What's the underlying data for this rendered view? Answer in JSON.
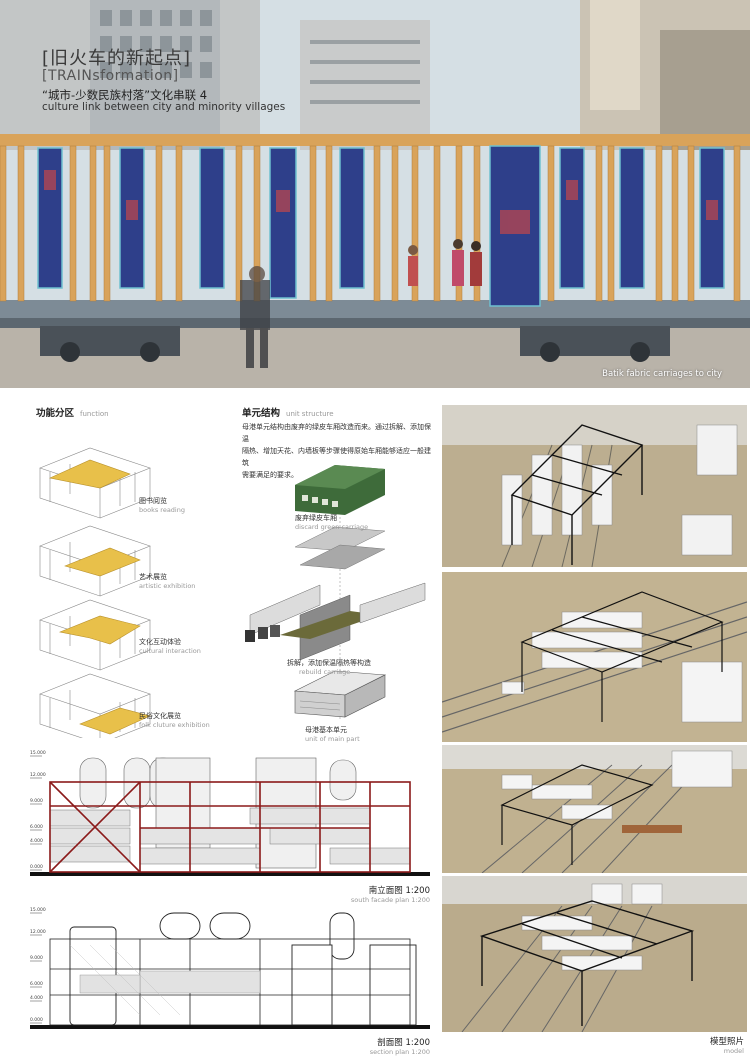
{
  "hero": {
    "title_cn": "[旧火车的新起点]",
    "title_en": "[TRAINsformation]",
    "subtitle_cn": "“城市-少数民族村落”文化串联 4",
    "subtitle_en": "culture link between city and minority villages",
    "caption": "Batik fabric carriages to city"
  },
  "function": {
    "title_cn": "功能分区",
    "title_en": "function",
    "items": [
      {
        "cn": "图书阅览",
        "en": "books reading"
      },
      {
        "cn": "艺术展览",
        "en": "artistic exhibition"
      },
      {
        "cn": "文化互动体验",
        "en": "cultural interaction"
      },
      {
        "cn": "民俗文化展览",
        "en": "folk cluture exhibition"
      }
    ]
  },
  "unit": {
    "title_cn": "单元结构",
    "title_en": "unit structure",
    "desc_line1": "母港单元结构由废弃的绿皮车厢改造而来。通过拆解、添加保温",
    "desc_line2": "隔热、增加天花、内墙板等步骤使得原始车厢能够适应一般建筑",
    "desc_line3": "需要满足的要求。",
    "step1_cn": "废弃绿皮车厢",
    "step1_en": "discard green carriage",
    "step2_cn": "拆解，添加保温隔热等构造",
    "step2_en": "rebuild carriage",
    "step3_cn": "母港基本单元",
    "step3_en": "unit of main part"
  },
  "elevation": {
    "title_cn": "南立面图 1:200",
    "title_en": "south facade plan 1:200",
    "levels": [
      "15.000",
      "12.000",
      "9.000",
      "6.000",
      "4.000",
      "0.000"
    ]
  },
  "section": {
    "title_cn": "剖面图 1:200",
    "title_en": "section plan 1:200",
    "levels": [
      "15.000",
      "12.000",
      "9.000",
      "6.000",
      "4.000",
      "0.000"
    ]
  },
  "model": {
    "title_cn": "模型照片",
    "title_en": "model"
  },
  "colors": {
    "frame_red": "#8b1a1a",
    "timber": "#d9a35a",
    "batik": "#2e3f8a",
    "highlight_yellow": "#e8c04a"
  }
}
